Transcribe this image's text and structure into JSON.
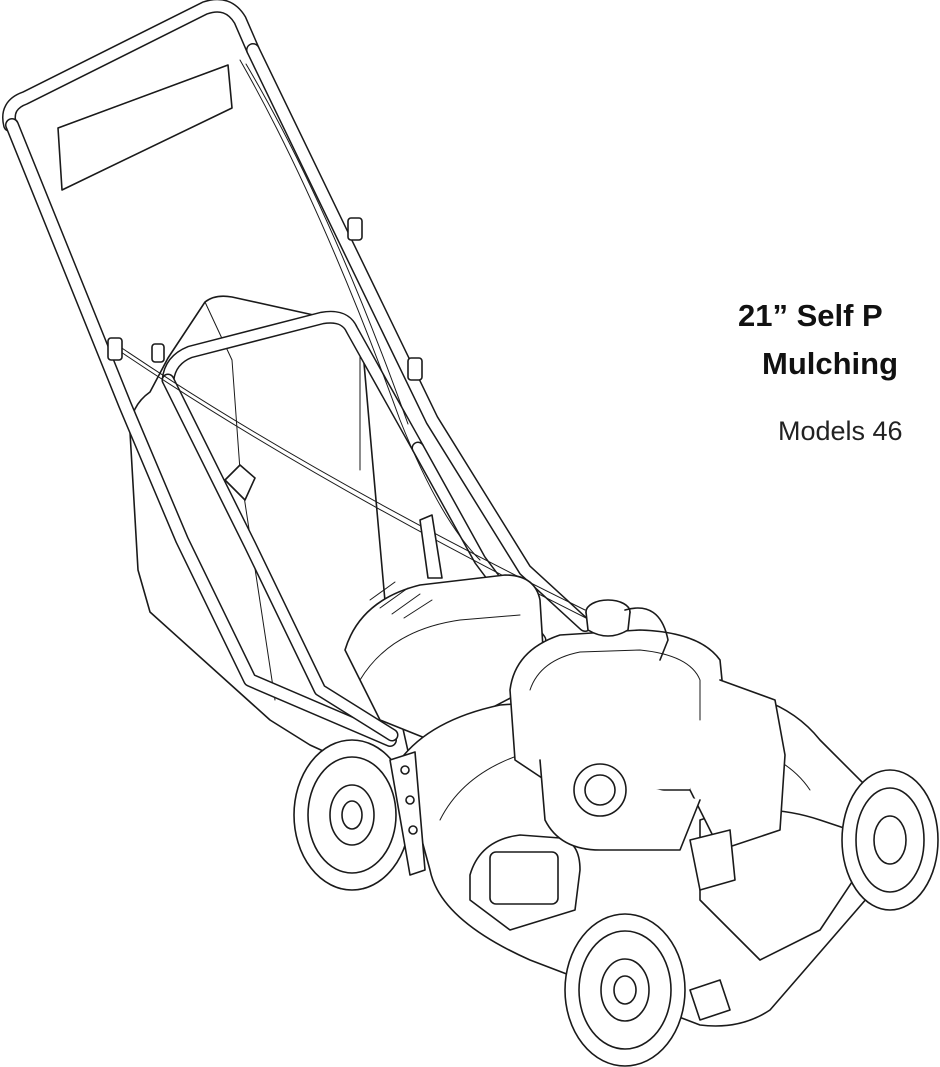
{
  "document": {
    "title_line_1": "21” Self P",
    "title_line_2": "Mulching",
    "models_line": "Models 46"
  },
  "illustration": {
    "subject": "lawn-mower-illustration",
    "line_color": "#1a1a1a",
    "fill_color": "#ffffff"
  }
}
